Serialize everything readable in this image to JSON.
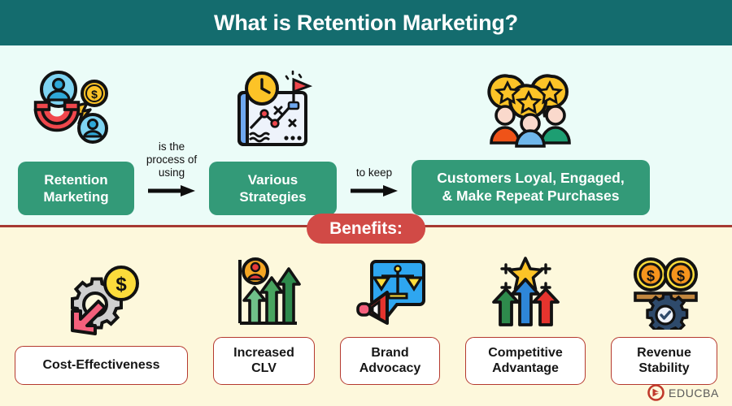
{
  "header": {
    "title": "What is Retention Marketing?"
  },
  "colors": {
    "header_bg": "#146C6E",
    "top_bg": "#EBFCF8",
    "bottom_bg": "#FDF8DC",
    "pill_green": "#339A78",
    "badge_red": "#D14A46",
    "divider_red": "#A63A33",
    "label_border": "#B5392F",
    "logo_red": "#C0392B"
  },
  "flow": {
    "nodes": [
      {
        "id": "retention-marketing",
        "label": "Retention\nMarketing",
        "icon": "magnet-customers-icon"
      },
      {
        "id": "various-strategies",
        "label": "Various\nStrategies",
        "icon": "strategy-map-icon"
      },
      {
        "id": "customers-loyal",
        "label": "Customers Loyal, Engaged,\n& Make Repeat Purchases",
        "icon": "star-rating-people-icon"
      }
    ],
    "connectors": [
      {
        "id": "connector-1",
        "label": "is the\nprocess of\nusing",
        "icon": "arrow-right-icon"
      },
      {
        "id": "connector-2",
        "label": "to keep",
        "icon": "arrow-right-icon"
      }
    ]
  },
  "benefits_section": {
    "badge_label": "Benefits:",
    "items": [
      {
        "id": "cost-effectiveness",
        "label": "Cost-Effectiveness",
        "icon": "gear-coin-arrow-icon"
      },
      {
        "id": "increased-clv",
        "label": "Increased\nCLV",
        "icon": "growth-arrows-person-icon"
      },
      {
        "id": "brand-advocacy",
        "label": "Brand\nAdvocacy",
        "icon": "megaphone-scales-icon"
      },
      {
        "id": "competitive-advantage",
        "label": "Competitive\nAdvantage",
        "icon": "three-arrows-star-icon"
      },
      {
        "id": "revenue-stability",
        "label": "Revenue\nStability",
        "icon": "coins-balance-gear-icon"
      }
    ]
  },
  "logo": {
    "text": "EDUCBA",
    "icon": "educba-logo-icon"
  }
}
